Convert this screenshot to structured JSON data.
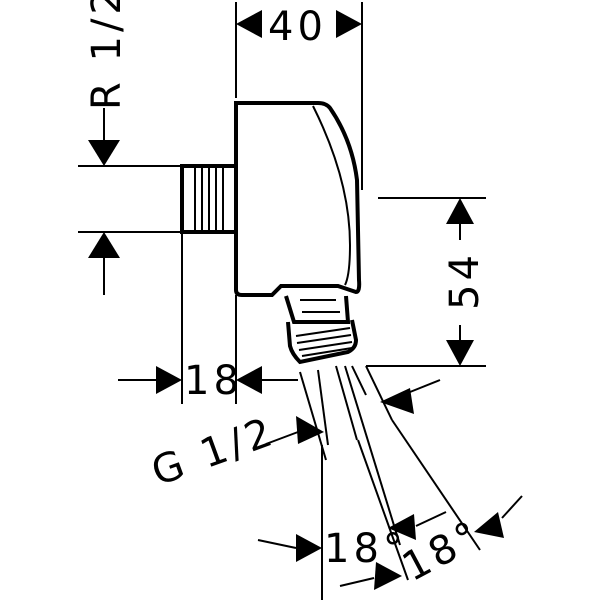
{
  "labels": {
    "thread_inlet": "R 1/2",
    "width_top": "40",
    "height_right": "54",
    "depth_left": "18",
    "thread_outlet": "G 1/2",
    "angle_left": "18°",
    "angle_right": "18°"
  }
}
